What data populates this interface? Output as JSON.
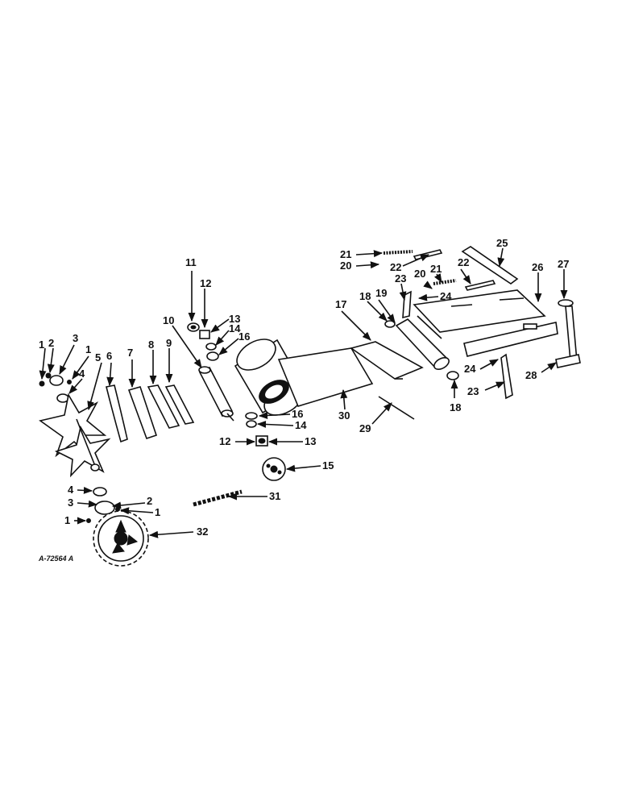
{
  "reference_code": "A-72564 A",
  "callouts": [
    "1",
    "2",
    "3",
    "1",
    "4",
    "5",
    "6",
    "7",
    "8",
    "9",
    "10",
    "11",
    "12",
    "13",
    "14",
    "16",
    "16",
    "14",
    "12",
    "13",
    "15",
    "4",
    "3",
    "2",
    "1",
    "1",
    "31",
    "32",
    "17",
    "18",
    "19",
    "23",
    "21",
    "20",
    "22",
    "20",
    "21",
    "22",
    "24",
    "25",
    "26",
    "27",
    "24",
    "23",
    "18",
    "28",
    "29",
    "30"
  ]
}
